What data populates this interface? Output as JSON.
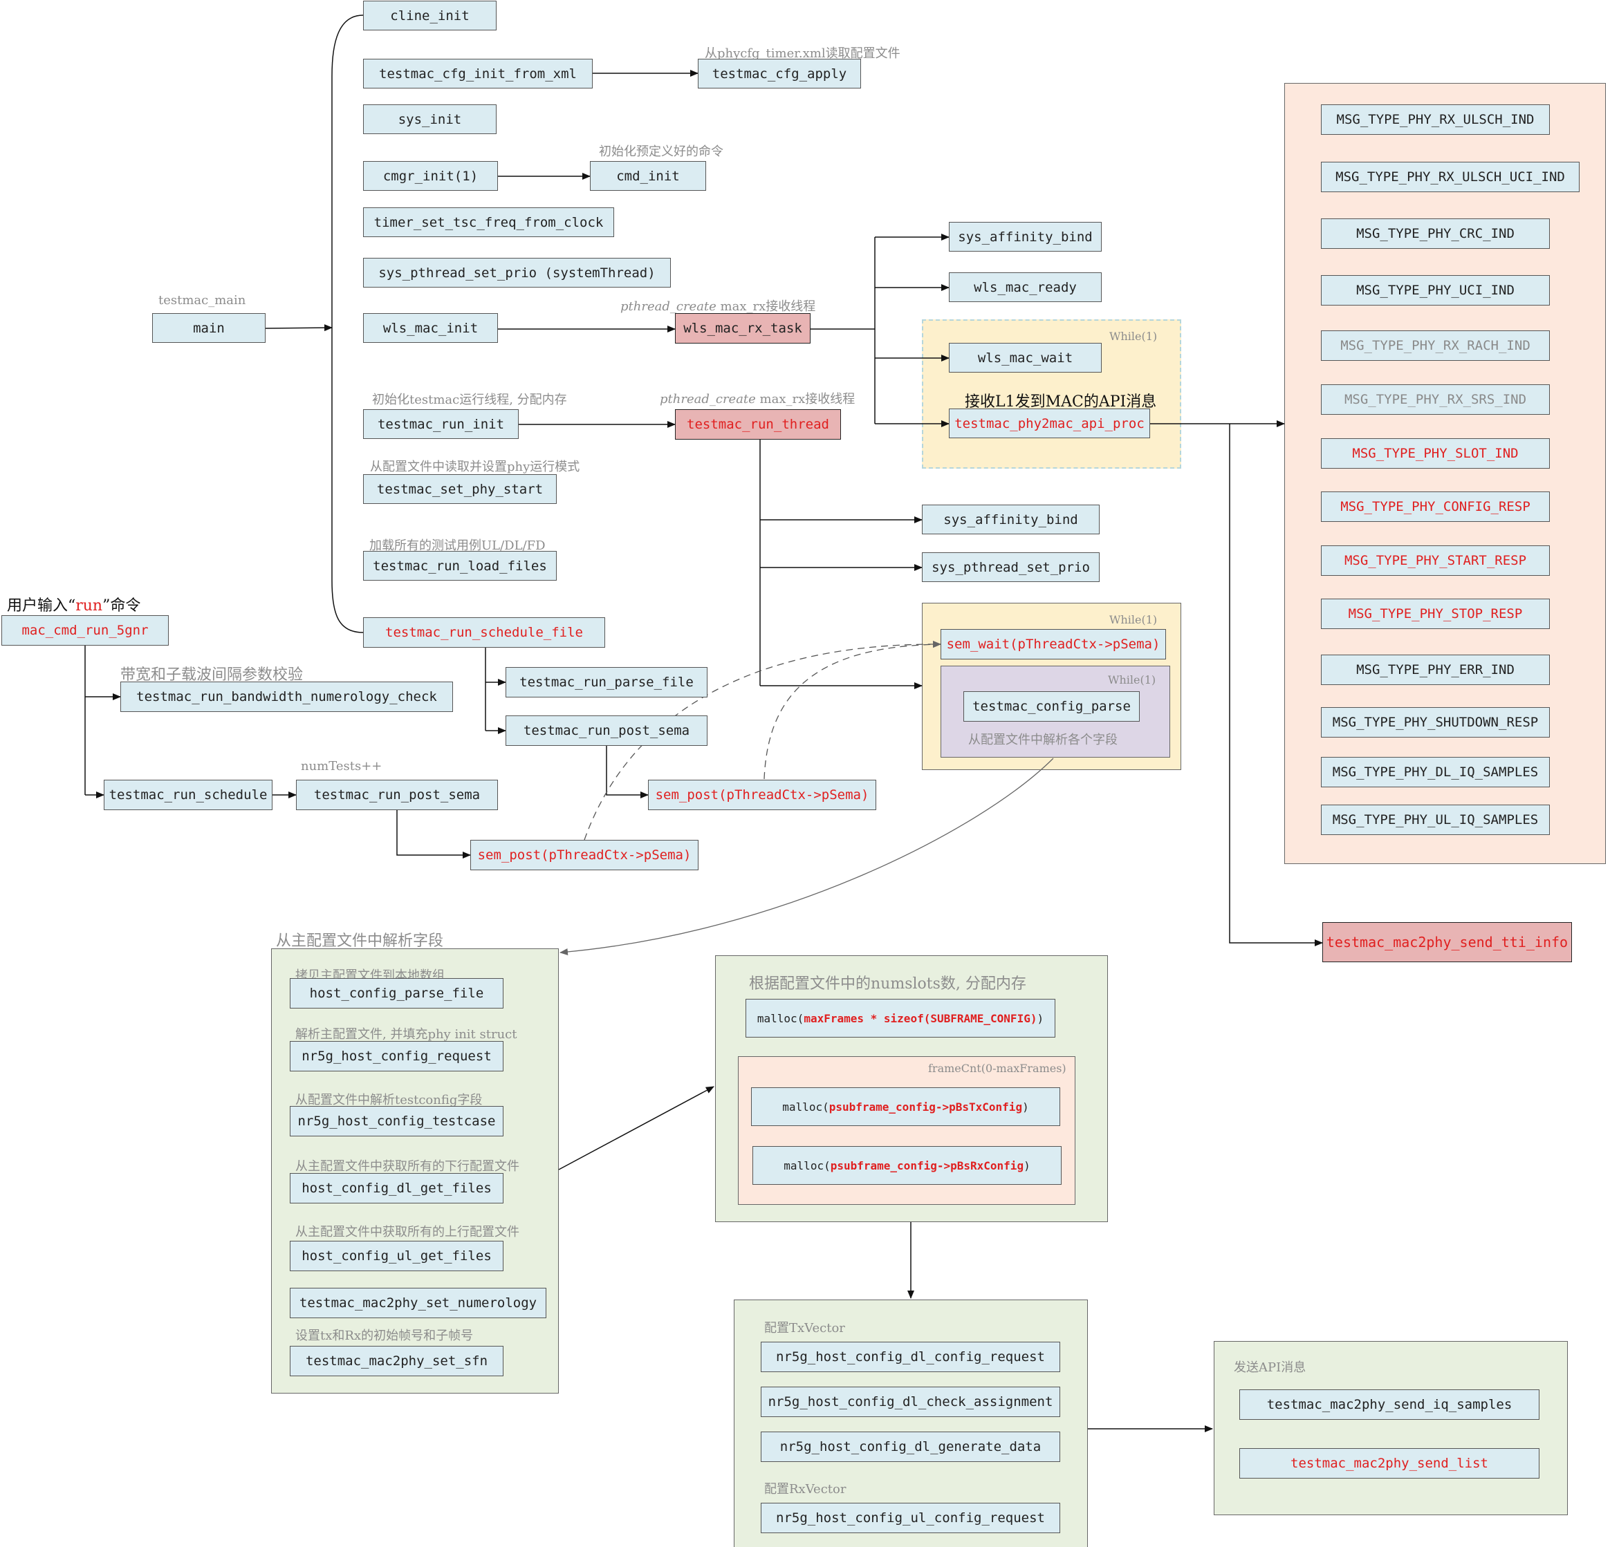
{
  "nodes": {
    "cline_init": "cline_init",
    "cfg_init_from_xml": "testmac_cfg_init_from_xml",
    "cfg_apply": "testmac_cfg_apply",
    "sys_init": "sys_init",
    "cmgr_init": "cmgr_init(1)",
    "cmd_init": "cmd_init",
    "timer_set": "timer_set_tsc_freq_from_clock",
    "sys_pthread_set_prio_sys": "sys_pthread_set_prio (systemThread)",
    "main": "main",
    "wls_mac_init": "wls_mac_init",
    "wls_mac_rx_task": "wls_mac_rx_task",
    "sys_affinity_bind_1": "sys_affinity_bind",
    "wls_mac_ready": "wls_mac_ready",
    "wls_mac_wait": "wls_mac_wait",
    "phy2mac_api_proc": "testmac_phy2mac_api_proc",
    "run_init": "testmac_run_init",
    "run_thread": "testmac_run_thread",
    "set_phy_start": "testmac_set_phy_start",
    "sys_affinity_bind_2": "sys_affinity_bind",
    "load_files": "testmac_run_load_files",
    "sys_pthread_set_prio": "sys_pthread_set_prio",
    "mac_cmd_run_5gnr": "mac_cmd_run_5gnr",
    "run_schedule_file": "testmac_run_schedule_file",
    "sem_wait": "sem_wait(pThreadCtx->pSema)",
    "parse_file": "testmac_run_parse_file",
    "config_parse": "testmac_config_parse",
    "bandwidth_check": "testmac_run_bandwidth_numerology_check",
    "post_sema_1": "testmac_run_post_sema",
    "sem_post_1": "sem_post(pThreadCtx->pSema)",
    "run_schedule": "testmac_run_schedule",
    "post_sema_2": "testmac_run_post_sema",
    "sem_post_2": "sem_post(pThreadCtx->pSema)",
    "send_tti_info": "testmac_mac2phy_send_tti_info",
    "host_config_parse_file": "host_config_parse_file",
    "nr5g_host_config_request": "nr5g_host_config_request",
    "nr5g_host_config_testcase": "nr5g_host_config_testcase",
    "host_config_dl_get_files": "host_config_dl_get_files",
    "host_config_ul_get_files": "host_config_ul_get_files",
    "set_numerology": "testmac_mac2phy_set_numerology",
    "set_sfn": "testmac_mac2phy_set_sfn",
    "dl_config_request": "nr5g_host_config_dl_config_request",
    "dl_check_assignment": "nr5g_host_config_dl_check_assignment",
    "dl_generate_data": "nr5g_host_config_dl_generate_data",
    "ul_config_request": "nr5g_host_config_ul_config_request",
    "send_iq_samples": "testmac_mac2phy_send_iq_samples",
    "send_list": "testmac_mac2phy_send_list"
  },
  "malloc": {
    "fn": "malloc(",
    "close": ")",
    "frames_arg": "maxFrames * sizeof(SUBFRAME_CONFIG)",
    "tx_arg": "psubframe_config->pBsTxConfig",
    "rx_arg": "psubframe_config->pBsRxConfig"
  },
  "msg_types": [
    "MSG_TYPE_PHY_RX_ULSCH_IND",
    "MSG_TYPE_PHY_RX_ULSCH_UCI_IND",
    "MSG_TYPE_PHY_CRC_IND",
    "MSG_TYPE_PHY_UCI_IND",
    "MSG_TYPE_PHY_RX_RACH_IND",
    "MSG_TYPE_PHY_RX_SRS_IND",
    "MSG_TYPE_PHY_SLOT_IND",
    "MSG_TYPE_PHY_CONFIG_RESP",
    "MSG_TYPE_PHY_START_RESP",
    "MSG_TYPE_PHY_STOP_RESP",
    "MSG_TYPE_PHY_ERR_IND",
    "MSG_TYPE_PHY_SHUTDOWN_RESP",
    "MSG_TYPE_PHY_DL_IQ_SAMPLES",
    "MSG_TYPE_PHY_UL_IQ_SAMPLES"
  ],
  "labels": {
    "read_phycfg": "从phycfg_timer.xml读取配置文件",
    "init_cmds": "初始化预定义好的命令",
    "testmac_main": "testmac_main",
    "pthread_create": "pthread_create",
    "rx_thread_suffix": " max_rx接收线程",
    "while_1_a": "While(1)",
    "recv_l1": "接收L1发到MAC的API消息",
    "init_run_thread": "初始化testmac运行线程, 分配内存",
    "read_phy_mode": "从配置文件中读取并设置phy运行模式",
    "load_cases": "加载所有的测试用例UL/DL/FD",
    "user_input_pre": "用户输入“",
    "user_input_cmd": "run",
    "user_input_post": "”命令",
    "while_1_b": "While(1)",
    "while_1_c": "While(1)",
    "parse_each_field": "从配置文件中解析各个字段",
    "bw_check": "带宽和子载波间隔参数校验",
    "num_tests": "numTests++",
    "parse_main_cfg": "从主配置文件中解析字段",
    "copy_main_cfg": "拷贝主配置文件到本地数组",
    "parse_fill_phy": "解析主配置文件, 并填充phy init struct",
    "parse_testconfig": "从配置文件中解析testconfig字段",
    "get_dl_files": "从主配置文件中获取所有的下行配置文件",
    "get_ul_files": "从主配置文件中获取所有的上行配置文件",
    "set_init_frames": "设置tx和Rx的初始帧号和子帧号",
    "alloc_by_numslots": "根据配置文件中的numslots数, 分配内存",
    "framecnt": "frameCnt(0-maxFrames)",
    "cfg_txvector": "配置TxVector",
    "cfg_rxvector": "配置RxVector",
    "send_api": "发送API消息"
  },
  "colors": {
    "box_fill": "#dbecf2",
    "highlight_fill": "#e8b4b4",
    "container_green": "#e8f0df",
    "container_peach": "#fde8dd",
    "container_yellow": "#fdf0cc",
    "container_lavender": "#ddd6e6",
    "accent_red": "#e02020",
    "annotation_gray": "#8c8c8c"
  }
}
